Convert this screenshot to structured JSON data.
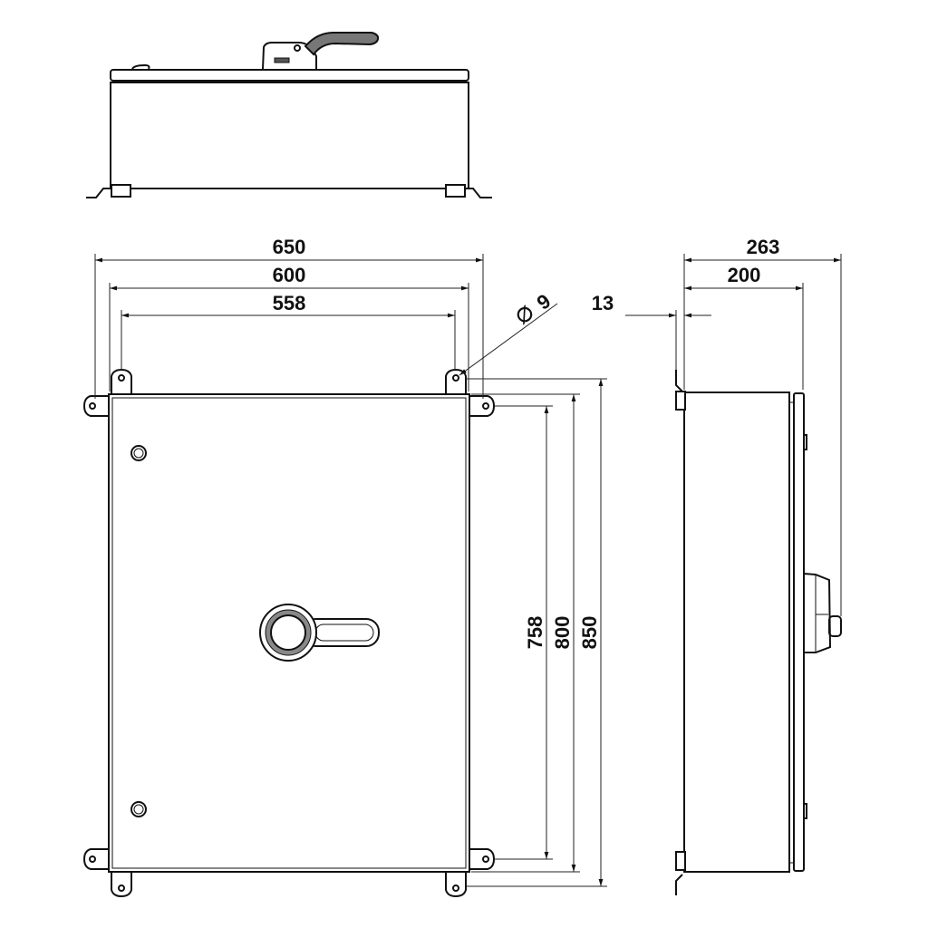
{
  "drawing": {
    "dimensions": {
      "overall_width": "650",
      "body_width": "600",
      "mounting_width": "558",
      "hole_diameter": "9",
      "diameter_symbol": "∅",
      "flange_thickness": "13",
      "overall_depth": "263",
      "body_depth": "200",
      "mounting_height": "758",
      "body_height": "800",
      "overall_height": "850"
    },
    "colors": {
      "line": "#111111",
      "background": "#ffffff"
    }
  }
}
